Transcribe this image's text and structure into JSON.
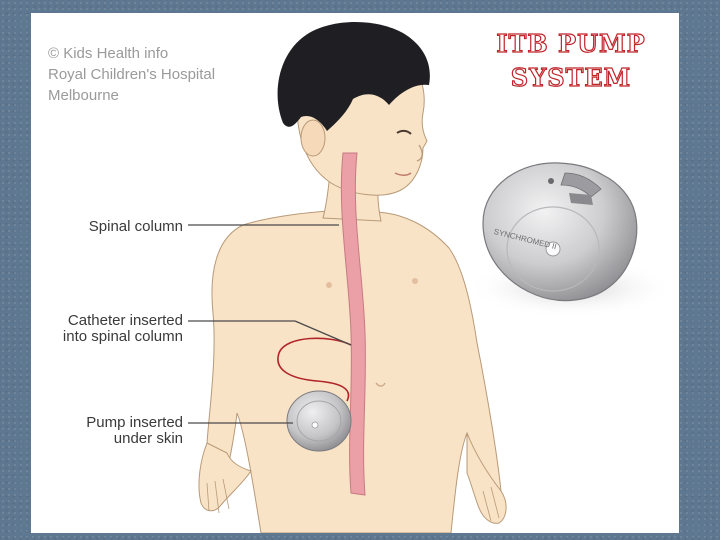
{
  "copyright": {
    "lines": [
      "© Kids Health info",
      "Royal Children's Hospital",
      "Melbourne"
    ]
  },
  "title": {
    "lines": [
      "ITB PUMP",
      "SYSTEM"
    ]
  },
  "labels": {
    "spinal_column": [
      "Spinal column"
    ],
    "catheter": [
      "Catheter inserted",
      "into spinal column"
    ],
    "pump": [
      "Pump inserted",
      "under skin"
    ]
  },
  "device": {
    "brand_text": "SYNCHROMED II"
  },
  "colors": {
    "background": "#5f7891",
    "title_outline": "#c0252b",
    "skin": "#f8e3c6",
    "hair": "#1f1f23",
    "spine": "#eaa0a6",
    "catheter": "#b1252a",
    "pump_metal": "#c9c9cb"
  }
}
